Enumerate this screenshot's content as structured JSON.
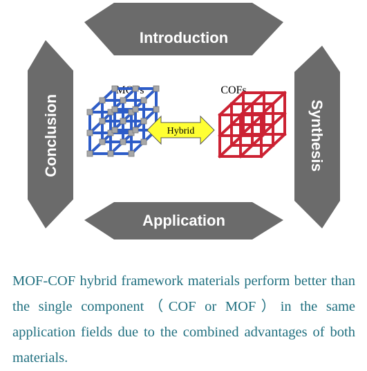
{
  "sections": {
    "top": "Introduction",
    "right": "Synthesis",
    "bottom": "Application",
    "left": "Conclusion"
  },
  "center": {
    "left_label": "MOFs",
    "right_label": "COFs",
    "arrow_label": "Hybrid"
  },
  "caption": "MOF-COF hybrid framework materials perform better than the single component（COF or MOF）in the same application fields due to the combined advantages of both materials.",
  "colors": {
    "pentagon_fill": "#6b6b6b",
    "mof_lattice": "#2d5cc8",
    "cof_lattice": "#cc2233",
    "arrow_fill": "#ffff33",
    "caption_text": "#1f6f7f"
  }
}
